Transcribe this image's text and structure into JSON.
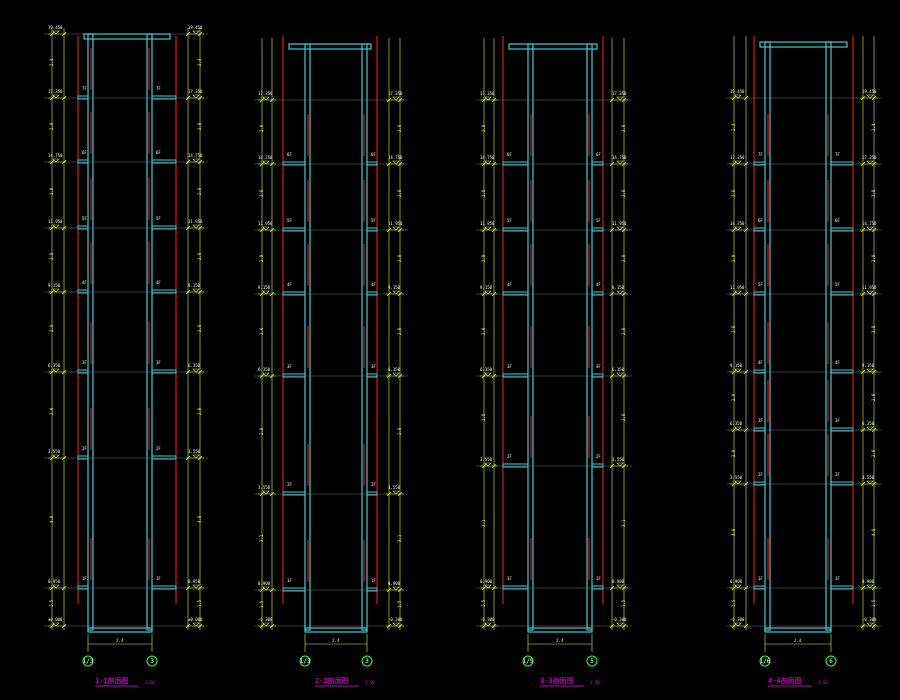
{
  "colors": {
    "background": "#000000",
    "wall": "#44c8d0",
    "column_red": "#ff2020",
    "dimension": "#ccff33",
    "dim_text": "#ffff00",
    "level_line": "#707070",
    "title": "#ff00ff",
    "text": "#ffffff",
    "axis_circle": "#33ff33"
  },
  "sections": [
    {
      "title": "1-1剖面图",
      "scale": "1:50",
      "axes": [
        "1/3",
        "3"
      ],
      "span_label": "2.4",
      "levels": [
        {
          "label": "±0.000",
          "dim": "1.5"
        },
        {
          "label": "0.950",
          "dim": "4.8"
        },
        {
          "label": "3.550",
          "dim": "2.8"
        },
        {
          "label": "6.350",
          "dim": "2.8"
        },
        {
          "label": "9.150",
          "dim": "2.8"
        },
        {
          "label": "11.950",
          "dim": "2.8"
        },
        {
          "label": "14.750",
          "dim": "2.8"
        },
        {
          "label": "17.350",
          "dim": "2.4"
        },
        {
          "label": "19.450",
          "dim": "0.6"
        }
      ],
      "rooms": [
        "1F",
        "2F",
        "3F",
        "4F",
        "5F",
        "6F",
        "7F"
      ]
    },
    {
      "title": "2-2剖面图",
      "scale": "1:50",
      "axes": [
        "1/3",
        "3"
      ],
      "span_label": "2.4",
      "levels": [
        {
          "label": "-0.300",
          "dim": "1.5"
        },
        {
          "label": "0.900",
          "dim": "3.1"
        },
        {
          "label": "3.550",
          "dim": "2.8"
        },
        {
          "label": "6.350",
          "dim": "2.8"
        },
        {
          "label": "9.150",
          "dim": "2.8"
        },
        {
          "label": "11.950",
          "dim": "2.8"
        },
        {
          "label": "14.750",
          "dim": "2.8"
        },
        {
          "label": "17.350",
          "dim": "2.4"
        }
      ],
      "rooms": [
        "1F",
        "2F",
        "3F",
        "4F",
        "5F",
        "6F"
      ]
    },
    {
      "title": "3-3剖面图",
      "scale": "1:50",
      "axes": [
        "1/5",
        "5"
      ],
      "span_label": "2.4",
      "levels": [
        {
          "label": "-0.300",
          "dim": "1.5"
        },
        {
          "label": "0.900",
          "dim": "3.1"
        },
        {
          "label": "3.550",
          "dim": "2.8"
        },
        {
          "label": "6.350",
          "dim": "2.8"
        },
        {
          "label": "9.150",
          "dim": "2.8"
        },
        {
          "label": "11.950",
          "dim": "2.8"
        },
        {
          "label": "14.750",
          "dim": "2.8"
        },
        {
          "label": "17.350",
          "dim": "2.4"
        }
      ],
      "rooms": [
        "1F",
        "2F",
        "3F",
        "4F",
        "5F",
        "6F"
      ]
    },
    {
      "title": "4-4剖面图",
      "scale": "1:50",
      "axes": [
        "1/6",
        "6"
      ],
      "span_label": "2.4",
      "levels": [
        {
          "label": "-0.300",
          "dim": "1.5"
        },
        {
          "label": "0.900",
          "dim": "4.8"
        },
        {
          "label": "3.550",
          "dim": "2.8"
        },
        {
          "label": "6.350",
          "dim": "2.8"
        },
        {
          "label": "9.150",
          "dim": "2.8"
        },
        {
          "label": "11.950",
          "dim": "2.8"
        },
        {
          "label": "14.750",
          "dim": "2.8"
        },
        {
          "label": "17.350",
          "dim": "2.4"
        },
        {
          "label": "19.450",
          "dim": "0.6"
        }
      ],
      "rooms": [
        "1F",
        "2F",
        "3F",
        "4F",
        "5F",
        "6F",
        "7F"
      ]
    }
  ]
}
